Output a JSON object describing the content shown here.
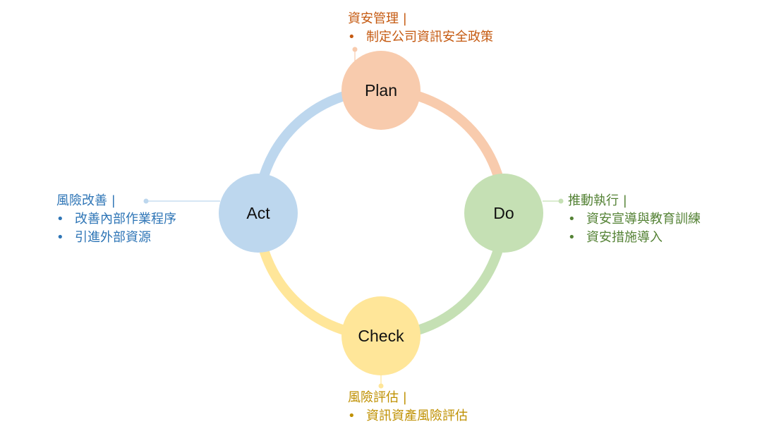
{
  "colors": {
    "plan": "#f8cbad",
    "do": "#c5e0b4",
    "check": "#ffe699",
    "act": "#bdd7ee",
    "plan_text": "#c55a11",
    "do_text": "#548235",
    "check_text": "#bf9000",
    "act_text": "#2e75b6"
  },
  "nodes": {
    "plan": "Plan",
    "do": "Do",
    "check": "Check",
    "act": "Act"
  },
  "callouts": {
    "plan": {
      "title": "資安管理 |",
      "items": [
        "制定公司資訊安全政策"
      ]
    },
    "do": {
      "title": "推動執行 |",
      "items": [
        "資安宣導與教育訓練",
        "資安措施導入"
      ]
    },
    "act": {
      "title": "風險改善 |",
      "items": [
        "改善內部作業程序",
        "引進外部資源"
      ]
    },
    "check": {
      "title": "風險評估 |",
      "items": [
        "資訊資產風險評估"
      ]
    }
  },
  "bullet_symbol": "•"
}
